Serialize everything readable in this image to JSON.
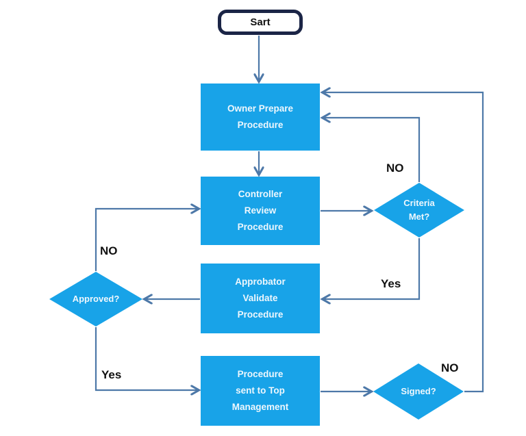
{
  "diagram": {
    "type": "flowchart",
    "nodes": {
      "start": {
        "label": "Sart",
        "shape": "terminator"
      },
      "owner": {
        "label": "Owner Prepare\nProcedure",
        "shape": "process"
      },
      "controller": {
        "label": "Controller\nReview\nProcedure",
        "shape": "process"
      },
      "approbator": {
        "label": "Approbator\nValidate\nProcedure",
        "shape": "process"
      },
      "sent": {
        "label": "Procedure\nsent to Top\nManagement",
        "shape": "process"
      },
      "criteria": {
        "label": "Criteria\nMet?",
        "shape": "decision"
      },
      "approved": {
        "label": "Approved?",
        "shape": "decision"
      },
      "signed": {
        "label": "Signed?",
        "shape": "decision"
      }
    },
    "edge_labels": {
      "criteria_no": "NO",
      "criteria_yes": "Yes",
      "approved_no": "NO",
      "approved_yes": "Yes",
      "signed_no": "NO"
    },
    "edges": [
      "start -> owner",
      "owner -> controller",
      "controller -> criteria",
      "criteria -NO-> owner",
      "criteria -Yes-> approbator",
      "approbator -> approved",
      "approved -NO-> controller",
      "approved -Yes-> sent",
      "sent -> signed",
      "signed -NO-> owner"
    ],
    "colors": {
      "node_fill": "#18a3e8",
      "node_text": "#eef7fd",
      "connector": "#4d78a8",
      "start_border": "#1b2546",
      "label_text": "#111111",
      "background": "#ffffff"
    }
  }
}
